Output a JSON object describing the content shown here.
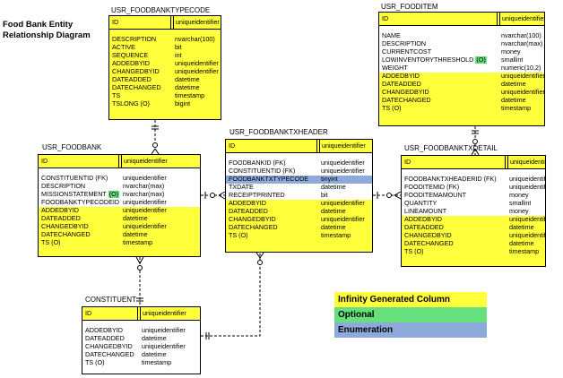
{
  "diagram": {
    "title": "Food Bank Entity Relationship Diagram"
  },
  "colors": {
    "generated": "#ffff3c",
    "optional": "#66e07c",
    "enumeration": "#8eaadb"
  },
  "legend": {
    "generated": "Infinity Generated Column",
    "optional": "Optional",
    "enumeration": "Enumeration"
  },
  "entities": {
    "typecode": {
      "label": "USR_FOODBANKTYPECODE",
      "pk": {
        "name": "ID",
        "type": "uniqueidentifier"
      },
      "columns": [
        {
          "name": "DESCRIPTION",
          "type": "nvarchar(100)"
        },
        {
          "name": "ACTIVE",
          "type": "bit"
        },
        {
          "name": "SEQUENCE",
          "type": "int"
        },
        {
          "name": "ADDEDBYID",
          "type": "uniqueidentifier"
        },
        {
          "name": "CHANGEDBYID",
          "type": "uniqueidentifier"
        },
        {
          "name": "DATEADDED",
          "type": "datetime"
        },
        {
          "name": "DATECHANGED",
          "type": "datetime"
        },
        {
          "name": "TS",
          "type": "timestamp"
        },
        {
          "name": "TSLONG (O)",
          "type": "bigint"
        }
      ]
    },
    "fooditem": {
      "label": "USR_FOODITEM",
      "pk": {
        "name": "ID",
        "type": "uniqueidentifier"
      },
      "columns": [
        {
          "name": "NAME",
          "type": "nvarchar(100)"
        },
        {
          "name": "DESCRIPTION",
          "type": "nvarchar(max)"
        },
        {
          "name": "CURRENTCOST",
          "type": "money"
        },
        {
          "name": "LOWINVENTORYTHRESHOLD",
          "opt": "(O)",
          "type": "smallint"
        },
        {
          "name": "WEIGHT",
          "type": "numeric(10,2)"
        }
      ],
      "generated": [
        {
          "name": "ADDEDBYID",
          "type": "uniqueidentifier"
        },
        {
          "name": "DATEADDED",
          "type": "datetime"
        },
        {
          "name": "CHANGEDBYID",
          "type": "uniqueidentifier"
        },
        {
          "name": "DATECHANGED",
          "type": "datetime"
        },
        {
          "name": "TS (O)",
          "type": "timestamp"
        }
      ]
    },
    "foodbank": {
      "label": "USR_FOODBANK",
      "pk": {
        "name": "ID",
        "type": "uniqueidentifier"
      },
      "columns": [
        {
          "name": "CONSTITUENTID (FK)",
          "type": "uniqueidentifier"
        },
        {
          "name": "DESCRIPTION",
          "type": "nvarchar(max)"
        },
        {
          "name": "MISSIONSTATEMENT",
          "opt": "(O)",
          "type": "nvarchar(max)"
        },
        {
          "name": "FOODBANKTYPECODEID (FK)",
          "type": "uniqueidentifier"
        }
      ],
      "generated": [
        {
          "name": "ADDEDBYID",
          "type": "uniqueidentifier"
        },
        {
          "name": "DATEADDED",
          "type": "datetime"
        },
        {
          "name": "CHANGEDBYID",
          "type": "uniqueidentifier"
        },
        {
          "name": "DATECHANGED",
          "type": "datetime"
        },
        {
          "name": "TS (O)",
          "type": "timestamp"
        }
      ]
    },
    "txheader": {
      "label": "USR_FOODBANKTXHEADER",
      "pk": {
        "name": "ID",
        "type": "uniqueidentifier"
      },
      "columns": [
        {
          "name": "FOODBANKID (FK)",
          "type": "uniqueidentifier"
        },
        {
          "name": "CONSTITUENTID (FK)",
          "type": "uniqueidentifier"
        },
        {
          "name": "FOODBANKTXTYPECODE",
          "type": "tinyint",
          "enum": true
        },
        {
          "name": "TXDATE",
          "type": "datetime"
        },
        {
          "name": "RECEIPTPRINTED",
          "type": "bit"
        }
      ],
      "generated": [
        {
          "name": "ADDEDBYID",
          "type": "uniqueidentifier"
        },
        {
          "name": "DATEADDED",
          "type": "datetime"
        },
        {
          "name": "CHANGEDBYID",
          "type": "uniqueidentifier"
        },
        {
          "name": "DATECHANGED",
          "type": "datetime"
        },
        {
          "name": "TS (O)",
          "type": "timestamp"
        }
      ]
    },
    "txdetail": {
      "label": "USR_FOODBANKTXDETAIL",
      "pk": {
        "name": "ID",
        "type": "uniqueidentifier"
      },
      "columns": [
        {
          "name": "FOODBANKTXHEADERID (FK)",
          "type": "uniqueidentifier"
        },
        {
          "name": "FOODITEMID (FK)",
          "type": "uniqueidentifier"
        },
        {
          "name": "FOODITEMAMOUNT",
          "type": "money"
        },
        {
          "name": "QUANTITY",
          "type": "smallint"
        },
        {
          "name": "LINEAMOUNT",
          "type": "money"
        }
      ],
      "generated": [
        {
          "name": "ADDEDBYID",
          "type": "uniqueidentifier"
        },
        {
          "name": "DATEADDED",
          "type": "datetime"
        },
        {
          "name": "CHANGEDBYID",
          "type": "uniqueidentifier"
        },
        {
          "name": "DATECHANGED",
          "type": "datetime"
        },
        {
          "name": "TS (O)",
          "type": "timestamp"
        }
      ]
    },
    "constituent": {
      "label": "CONSTITUENT",
      "pk": {
        "name": "ID",
        "type": "uniqueidentifier"
      },
      "columns": [
        {
          "name": "ADDEDBYID",
          "type": "uniqueidentifier"
        },
        {
          "name": "DATEADDED",
          "type": "datetime"
        },
        {
          "name": "CHANGEDBYID",
          "type": "uniqueidentifier"
        },
        {
          "name": "DATECHANGED",
          "type": "datetime"
        },
        {
          "name": "TS (O)",
          "type": "timestamp"
        }
      ]
    }
  }
}
